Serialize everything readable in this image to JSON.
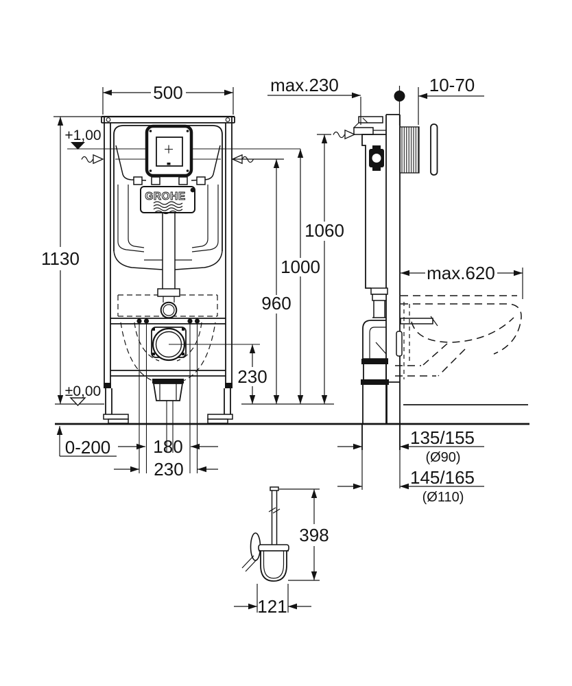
{
  "colors": {
    "line": "#141414",
    "background": "#ffffff"
  },
  "brand": {
    "logo": "GROHE"
  },
  "front_view": {
    "dims": {
      "frame_width": "500",
      "frame_height": "1130",
      "level_plus": "+1,00",
      "level_zero": "±0,00",
      "foot_adjust_range": "0-200",
      "rod_spacing": "180",
      "fixing_spacing": "230",
      "outlet_center_height": "230"
    }
  },
  "side_view": {
    "dims": {
      "frame_depth_max": "max.230",
      "plate_depth_range": "10-70",
      "height_top": "1060",
      "height_mid": "1000",
      "height_low": "960",
      "bowl_depth_max": "max.620",
      "drain_offset_small": "135/155",
      "drain_dia_small": "(Ø90)",
      "drain_offset_large": "145/165",
      "drain_dia_large": "(Ø110)"
    }
  },
  "accessory_view": {
    "dims": {
      "height": "398",
      "width": "121"
    }
  }
}
